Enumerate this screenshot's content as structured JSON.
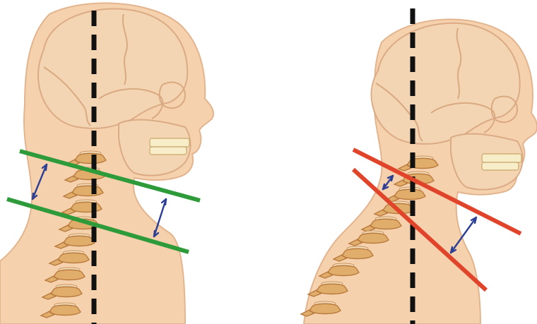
{
  "figure": {
    "panels": [
      {
        "id": "neutral-posture",
        "alignment_lines_color": "#2e9b3a",
        "alignment_lines_parallel": true
      },
      {
        "id": "forward-head-posture",
        "alignment_lines_color": "#e0442a",
        "alignment_lines_parallel": false
      }
    ],
    "colors": {
      "skin": "#f6d1ad",
      "skin_outline": "#e3b58f",
      "skull": "#f4d6b4",
      "skull_line": "#d9a982",
      "spine": "#e0ad6a",
      "spine_shadow": "#b97a3e",
      "teeth": "#f7edc8",
      "plumb_line": "#111111",
      "measure_arrow": "#2c3f95"
    },
    "icons": {
      "plumb_line": "dashed-vertical-line",
      "measure": "double-headed-arrow"
    }
  }
}
